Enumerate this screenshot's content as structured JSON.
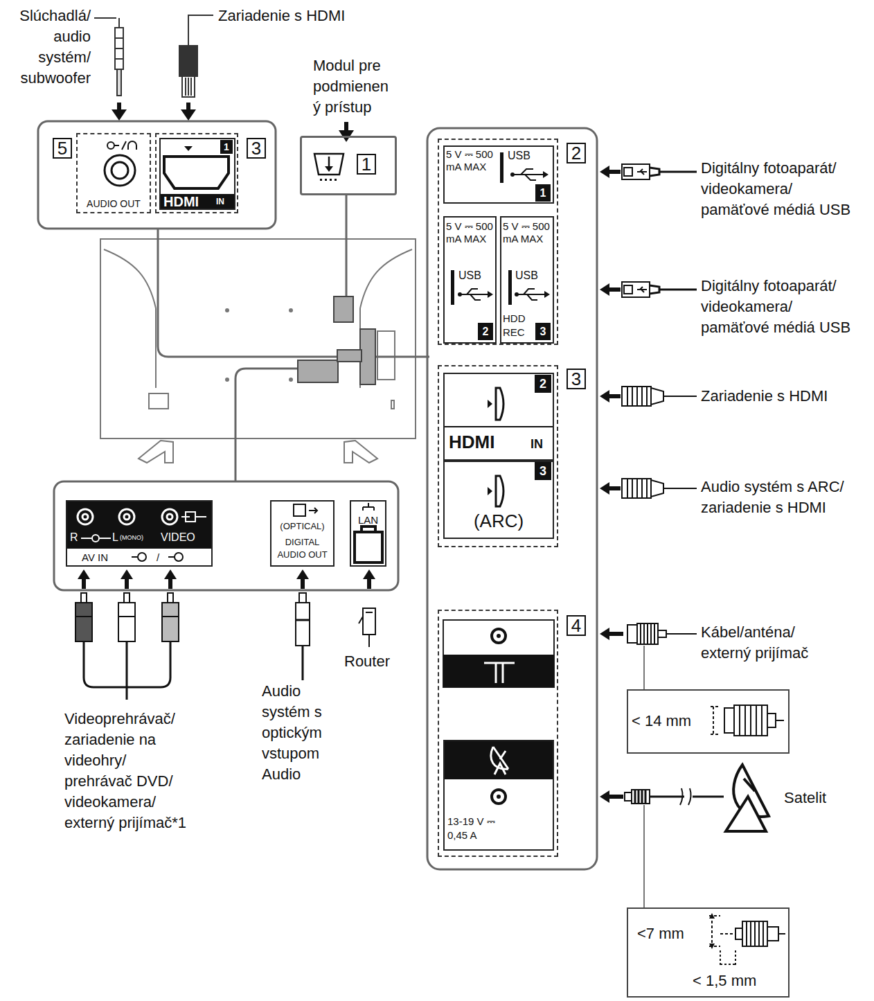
{
  "diagram": {
    "nodes": [
      {
        "text": [
          "5",
          "AUDIO OUT"
        ]
      },
      {
        "text": [
          "3"
        ]
      },
      {
        "text": [
          "1",
          "HDMI",
          "IN"
        ],
        "in": 1
      },
      {
        "text": [
          "1"
        ]
      },
      {
        "text": [
          "2"
        ]
      },
      {
        "text": [
          "5 V ⎓ 500 mA MAX",
          "USB",
          "1"
        ],
        "in": 4
      },
      {
        "text": [
          "5 V ⎓ 500 mA MAX",
          "USB",
          "2"
        ],
        "in": 4
      },
      {
        "text": [
          "5 V ⎓ 500 mA MAX",
          "USB",
          "HDD REC",
          "3"
        ],
        "in": 4
      },
      {
        "text": [
          "3"
        ]
      },
      {
        "text": [
          "2",
          "HDMI",
          "IN"
        ],
        "in": 8
      },
      {
        "text": [
          "3",
          "(ARC)"
        ],
        "in": 8
      },
      {
        "text": [
          "4"
        ]
      },
      {
        "text": [
          "13-19 V ⎓ 0,45 A"
        ],
        "in": 11
      },
      {
        "text": [
          "R",
          "L",
          "(MONO)",
          "VIDEO",
          "AV IN",
          "/"
        ]
      },
      {
        "text": [
          "(OPTICAL)",
          "DIGITAL AUDIO OUT"
        ]
      },
      {
        "text": [
          "LAN"
        ]
      },
      {
        "text": [
          "< 14 mm"
        ]
      },
      {
        "text": [
          "<7 mm",
          "< 1,5 mm"
        ]
      }
    ],
    "labels": [
      "Slúchadlá/ audio systém/ subwoofer",
      "Zariadenie s HDMI",
      "Modul pre podmienen ý prístup",
      "Digitálny fotoaparát/ videokamera/ pamäťové médiá USB",
      "Digitálny fotoaparát/ videokamera/ pamäťové médiá USB",
      "Zariadenie s HDMI",
      "Audio systém s ARC/ zariadenie s HDMI",
      "Kábel/anténa/ externý prijímač",
      "Satelit",
      "Videoprehrávač/ zariadenie na videohry/ prehrávač DVD/ videokamera/ externý prijímač*1",
      "Audio systém s optickým vstupom Audio",
      "Router"
    ]
  }
}
